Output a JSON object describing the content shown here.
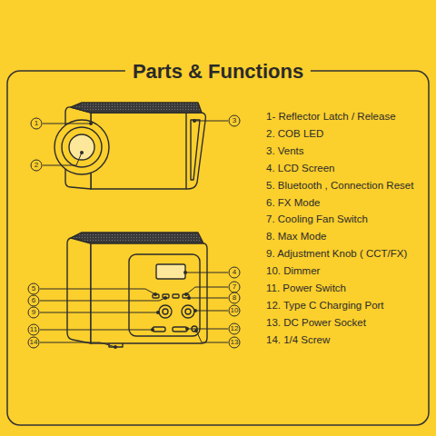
{
  "diagram": {
    "title": "Parts & Functions",
    "labels": [
      "1",
      "2",
      "3",
      "4",
      "5",
      "6",
      "7",
      "8",
      "9",
      "10",
      "11",
      "12",
      "13",
      "14",
      "1- Reflector Latch / Release",
      "2. COB LED",
      "3. Vents",
      "4. LCD Screen",
      "5. Bluetooth , Connection Reset",
      "6. FX Mode",
      "7. Cooling Fan Switch",
      "8. Max Mode",
      "9. Adjustment Knob ( CCT/FX)",
      "10. Dimmer",
      "11. Power Switch",
      "12. Type C Charging Port",
      "13. DC Power Socket",
      "14. 1/4 Screw"
    ]
  }
}
